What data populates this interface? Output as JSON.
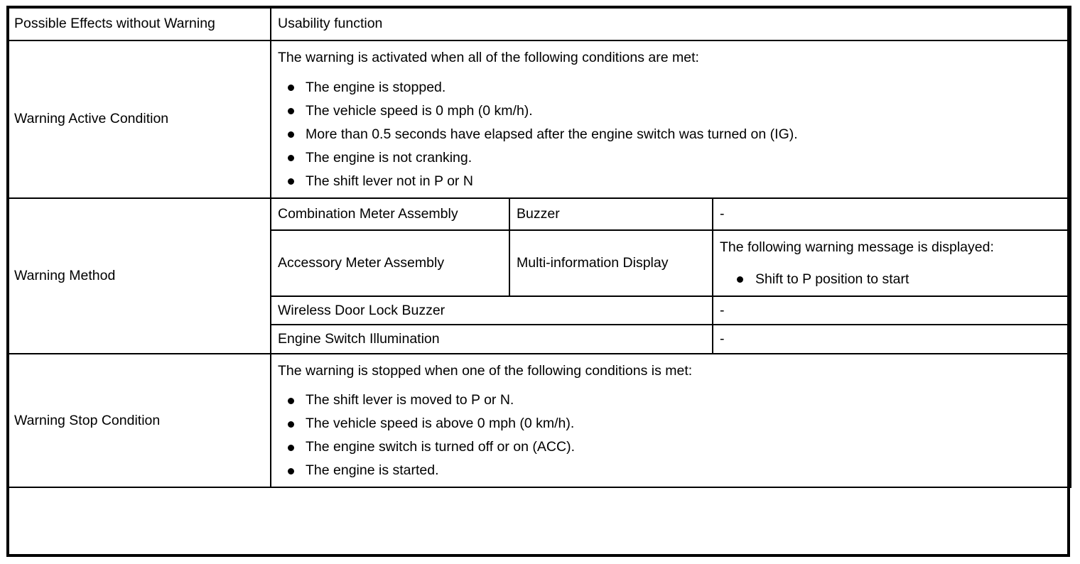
{
  "table": {
    "rows": {
      "possible_effects": {
        "label": "Possible Effects without Warning",
        "value": "Usability function"
      },
      "warning_active_condition": {
        "label": "Warning Active Condition",
        "intro": "The warning is activated when all of the following conditions are met:",
        "bullets": [
          "The engine is stopped.",
          "The vehicle speed is 0 mph (0 km/h).",
          "More than 0.5 seconds have elapsed after the engine switch was turned on (IG).",
          "The engine is not cranking.",
          "The shift lever not in P or N"
        ]
      },
      "warning_method": {
        "label": "Warning Method",
        "items": [
          {
            "component": "Combination Meter Assembly",
            "device": "Buzzer",
            "value": "-"
          },
          {
            "component": "Accessory Meter Assembly",
            "device": "Multi-information Display",
            "value_intro": "The following warning message is displayed:",
            "value_bullets": [
              "Shift to P position to start"
            ]
          },
          {
            "component": "Wireless Door Lock Buzzer",
            "value": "-"
          },
          {
            "component": "Engine Switch Illumination",
            "value": "-"
          }
        ]
      },
      "warning_stop_condition": {
        "label": "Warning Stop Condition",
        "intro": "The warning is stopped when one of the following conditions is met:",
        "bullets": [
          "The shift lever is moved to P or N.",
          "The vehicle speed is above 0 mph (0 km/h).",
          "The engine switch is turned off or on (ACC).",
          "The engine is started."
        ]
      }
    }
  },
  "colors": {
    "border": "#000000",
    "text": "#000000",
    "background": "#ffffff"
  }
}
